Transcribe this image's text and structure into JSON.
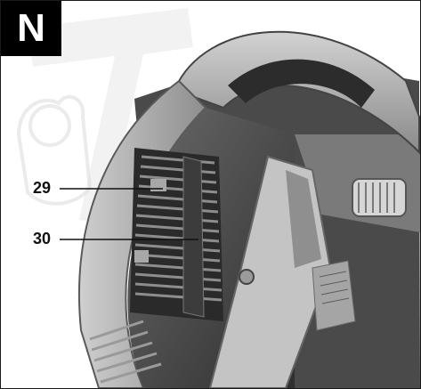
{
  "figure": {
    "letter": "N",
    "callouts": [
      {
        "number": "29"
      },
      {
        "number": "30"
      }
    ]
  },
  "icons": [
    "watermark-thumbs-up-icon",
    "watermark-hammer-icon"
  ],
  "colors": {
    "plastic_dark": "#3b3b3b",
    "plastic_mid": "#5a5a5a",
    "plastic_light": "#9a9a9a",
    "overmold": "#b8b8b8",
    "highlight": "#d9d9d9",
    "watermark": "#e6e6e6"
  }
}
